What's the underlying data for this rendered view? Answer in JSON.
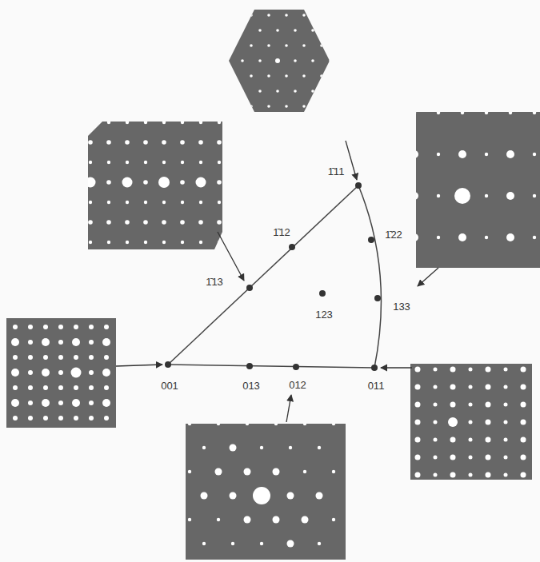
{
  "diagram": {
    "labels": [
      "1̄11",
      "1̄12",
      "1̄13",
      "1̄22",
      "133",
      "123",
      "001",
      "013",
      "012",
      "011"
    ]
  }
}
